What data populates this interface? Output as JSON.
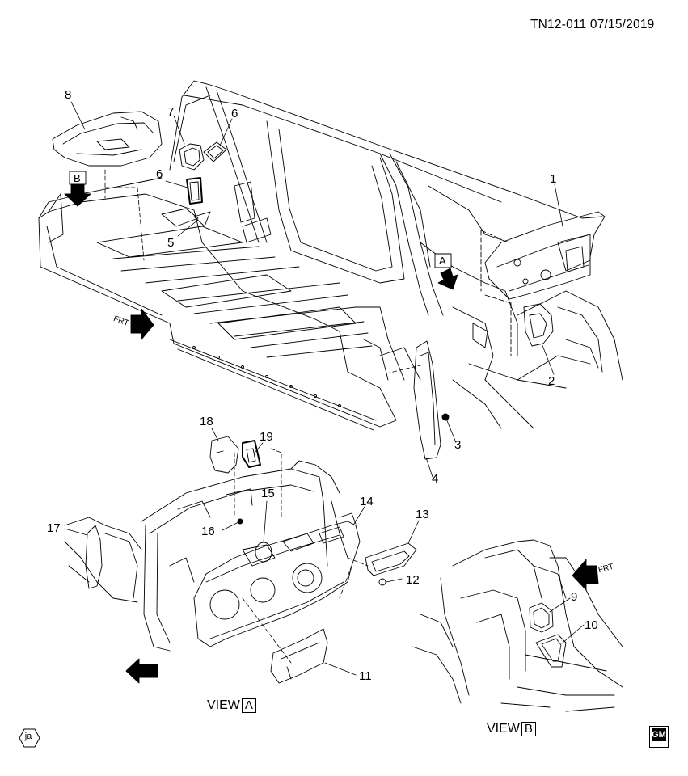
{
  "header": {
    "doc_id": "TN12-011  07/15/2019"
  },
  "callouts": [
    "1",
    "2",
    "3",
    "4",
    "5",
    "6",
    "6",
    "7",
    "8",
    "9",
    "10",
    "11",
    "12",
    "13",
    "14",
    "15",
    "16",
    "17",
    "18",
    "19"
  ],
  "view_labels": {
    "view_a": {
      "prefix": "VIEW",
      "letter": "A"
    },
    "view_b": {
      "prefix": "VIEW",
      "letter": "B"
    }
  },
  "arrows": {
    "view_a_letter": "A",
    "view_b_letter": "B",
    "front": "FRT"
  },
  "footer": {
    "language_badge": "ja",
    "brand_logo": "GM"
  },
  "colors": {
    "line": "#000000",
    "background": "#ffffff"
  }
}
